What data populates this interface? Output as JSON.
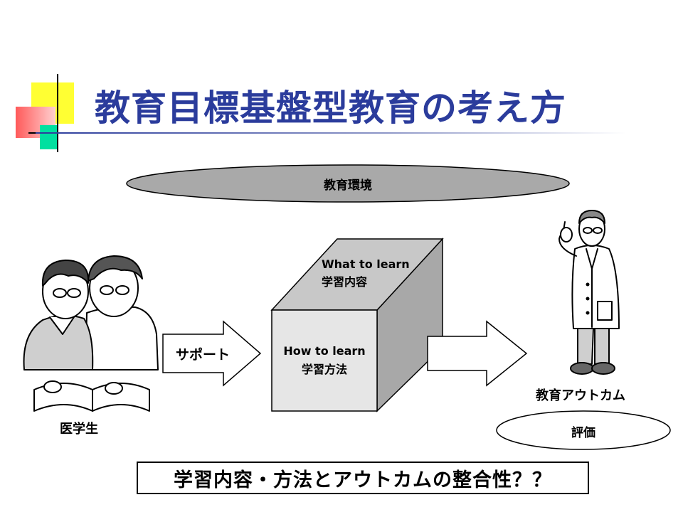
{
  "title": "教育目標基盤型教育の考え方",
  "environment_label": "教育環境",
  "cube": {
    "top_label_en": "What to learn",
    "top_label_ja": "学習内容",
    "front_label_en": "How to learn",
    "front_label_ja": "学習方法"
  },
  "support_label": "サポート",
  "student_label": "医学生",
  "outcome_label": "教育アウトカム",
  "evaluation_label": "評価",
  "question": "学習内容・方法とアウトカムの整合性？？",
  "colors": {
    "title": "#2b3c9c",
    "accent_yellow": "#ffff33",
    "accent_red": "#ff5a5a",
    "accent_green": "#00e0a0",
    "ellipse_fill": "#a9a9a9",
    "cube_front": "#e6e6e6",
    "cube_top": "#c8c8c8",
    "cube_side": "#a8a8a8"
  }
}
